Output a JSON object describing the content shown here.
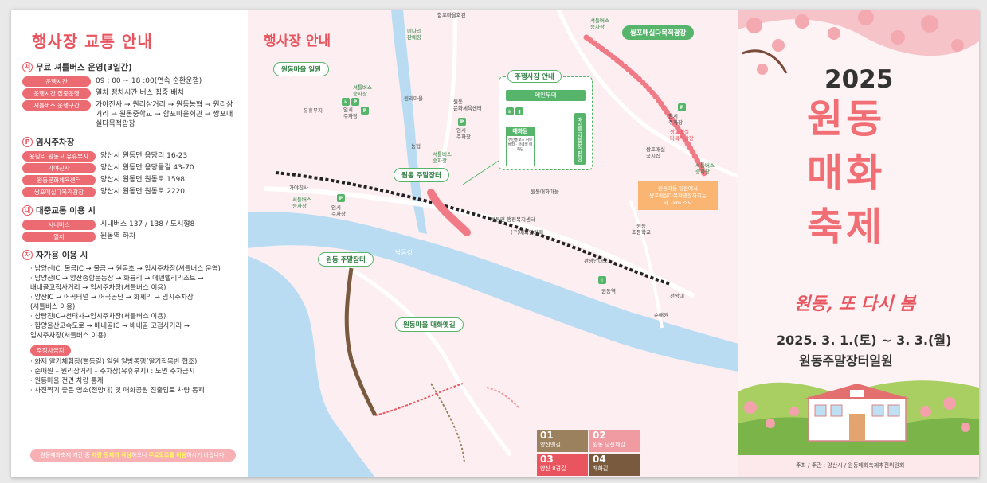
{
  "left": {
    "title": "행사장 교통 안내",
    "shuttle": {
      "icon": "셔",
      "title": "무료 셔틀버스 운영(3일간)",
      "rows": [
        {
          "label": "운행시간",
          "value": "09 : 00 ~ 18 :00(연속 순환운행)"
        },
        {
          "label": "운행시간 집중운행",
          "value": "열차 정차시간 버스 집중 배치"
        },
        {
          "label": "셔틀버스 운행구간",
          "value": "가야진사 → 원리삼거리 → 원동농협 → 원리삼거리 → 원동중학교 → 함포마을회관 → 쌍포매실다목적광장"
        }
      ]
    },
    "parking": {
      "icon": "P",
      "title": "임시주차장",
      "rows": [
        {
          "label": "용당리 원동교 유휴부지",
          "value": "양산시 원동면 용당리 16-23"
        },
        {
          "label": "가야진사",
          "value": "양산시 원동면 용당들길 43-70"
        },
        {
          "label": "원동문화체육센터",
          "value": "양산시 원동면 원동로 1598"
        },
        {
          "label": "쌍포매실다목적광장",
          "value": "양산시 원동면 원동로 2220"
        }
      ]
    },
    "public": {
      "icon": "대",
      "title": "대중교통 이용 시",
      "rows": [
        {
          "label": "시내버스",
          "value": "시내버스 137 / 138 / 도시형8"
        },
        {
          "label": "열차",
          "value": "원동역 하차"
        }
      ]
    },
    "car": {
      "icon": "자",
      "title": "자가용 이용 시",
      "items": [
        "· 남양산IC, 물금IC → 물금 → 원동초 → 임시주차장(셔틀버스 운영)",
        "· 남양산IC → 양산종합운동장 → 화룡리 → 에덴밸리리조트 →",
        "  배내골고점사거리 → 임시주차장(셔틀버스 이용)",
        "· 양산IC → 어곡터널 → 어곡공단 → 화제리 → 임시주차장",
        "  (셔틀버스 이용)",
        "· 삼랑진IC→천태사→임시주차장(셔틀버스 이용)",
        "· 함양울산고속도로 → 배내골IC → 배내골 고점사거리 →",
        "  임시주차장(셔틀버스 이용)"
      ],
      "ban_label": "주정차금지",
      "ban_items": [
        "· 화제 딸기체험장(뻘등길) 일원 일방통행(딸기작목반 협조)",
        "· 순매원 – 원리삼거리 – 주차장(유휴부지) : 노면 주차금지",
        "· 원동마을 전면 차량 통제",
        "· 사진찍기 좋은 명소(전망대) 및 매화공원 진출입로 차량 통제"
      ]
    },
    "notice": {
      "pre": "원동매화축제 기간 중 ",
      "strong1": "차량 정체가 극심",
      "mid": "하오니 ",
      "strong2": "무료도로를 이용",
      "post": "하시기 바랍니다."
    }
  },
  "map": {
    "title": "행사장 안내",
    "tags": {
      "village_alley": "원동마을 일원",
      "weekend_market": "원동 주말장터",
      "weekend_market2": "원동 주말장터",
      "old_road": "원동마을 매화옛길",
      "ssangpo": "쌍포매실다목적광장"
    },
    "venue": {
      "title": "주행사장 안내",
      "stage": "메인무대",
      "hall": "매화담",
      "hall_sub": "주민홍보스 허브체험 · 뷰네일 매화담",
      "market": "매실특산품직판장"
    },
    "labels": {
      "hampo": "함포마을회관",
      "mari": "미나리\n판매장",
      "wonri": "원리마을",
      "culture": "원동\n문화체육센터",
      "temp_park1": "임시\n주차장",
      "temp_park2": "임시\n주차장",
      "temp_park3": "임시\n주차장",
      "temp_park4": "임시\n주차장",
      "idle": "유휴부지",
      "nh": "농협",
      "shuttle1": "셔틀버스\n승차장",
      "shuttle2": "셔틀버스\n승차장",
      "shuttle3": "셔틀버스\n승차장",
      "shuttle4": "셔틀버스\n승차장",
      "shuttle5": "셔틀버스\n승차장",
      "gaya": "가야진사",
      "wonmae": "원동매화마을",
      "welfare": "원동면 행정복지센터",
      "cafe": "(구)매화담카페",
      "school": "원동\n초등학교",
      "office": "관광안내소",
      "station": "원동역",
      "sunmae": "순매원",
      "view": "전망대",
      "river": "낙동강",
      "ssangpo_sq": "쌍포매실\n다목적광장",
      "maesil_store": "쌍포매실\n국시집",
      "note": "원동마을 일원에서\n쌍포매실다목적광장까지는\n약 7km 소요"
    },
    "legend": [
      {
        "num": "01",
        "name": "양산옛길"
      },
      {
        "num": "02",
        "name": "원동 당신제길"
      },
      {
        "num": "03",
        "name": "양산 8경길"
      },
      {
        "num": "04",
        "name": "매화길"
      }
    ]
  },
  "right": {
    "year": "2025",
    "t1a": "원동",
    "t2a": "매화",
    "t3a": "축제",
    "slogan": "원동, 또 다시 봄",
    "date": "2025. 3. 1.(토) ~ 3. 3.(월)",
    "place": "원동주말장터일원",
    "host": "주최 / 주관 : 양산시 / 원동매화축제추진위원회"
  }
}
